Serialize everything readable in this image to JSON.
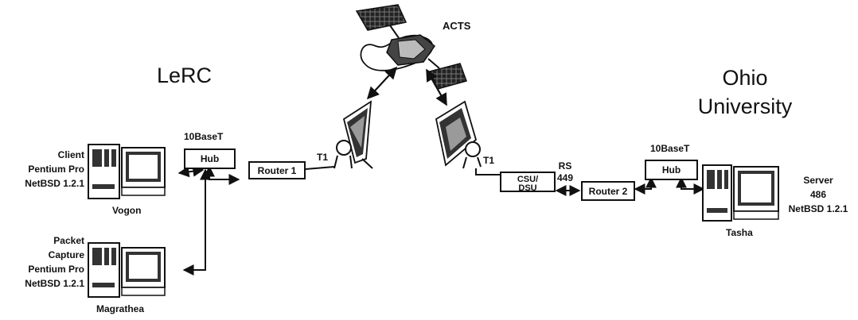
{
  "satellite": {
    "label": "ACTS"
  },
  "sites": {
    "lerc": {
      "title": "LeRC"
    },
    "ohio": {
      "title_line1": "Ohio",
      "title_line2": "University"
    }
  },
  "lerc": {
    "hub_network": "10BaseT",
    "hub": "Hub",
    "router": "Router 1",
    "link": "T1",
    "client": {
      "line1": "Client",
      "line2": "Pentium Pro",
      "line3": "NetBSD 1.2.1",
      "name": "Vogon"
    },
    "capture": {
      "line1": "Packet",
      "line2": "Capture",
      "line3": "Pentium Pro",
      "line4": "NetBSD 1.2.1",
      "name": "Magrathea"
    }
  },
  "ohio": {
    "link": "T1",
    "csu_line1": "CSU/",
    "csu_line2": "DSU",
    "rs_line1": "RS",
    "rs_line2": "449",
    "router": "Router 2",
    "hub_network": "10BaseT",
    "hub": "Hub",
    "server": {
      "line1": "Server",
      "line2": "486",
      "line3": "NetBSD 1.2.1",
      "name": "Tasha"
    }
  }
}
